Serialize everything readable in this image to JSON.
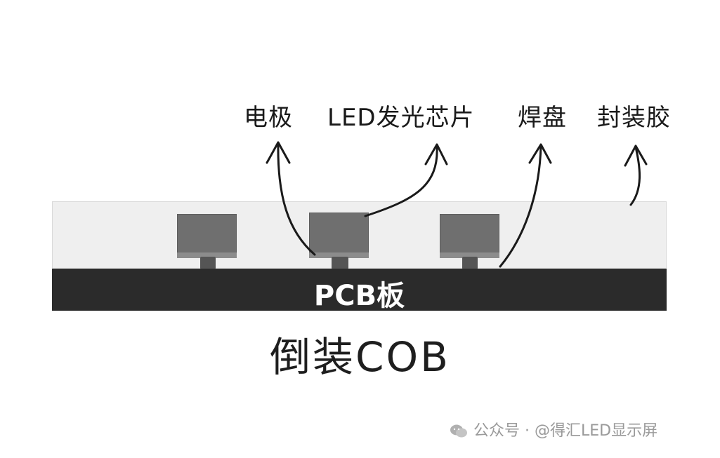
{
  "labels": {
    "electrode": "电极",
    "led_chip": "LED发光芯片",
    "pad": "焊盘",
    "encapsulant": "封装胶"
  },
  "pcb_label": "PCB板",
  "caption": "倒装COB",
  "watermark": "公众号 · @得汇LED显示屏",
  "colors": {
    "pcb": "#2b2b2b",
    "encapsulant": "#efefef",
    "chip": "#6f6f6f",
    "text": "#1a1a1a"
  }
}
